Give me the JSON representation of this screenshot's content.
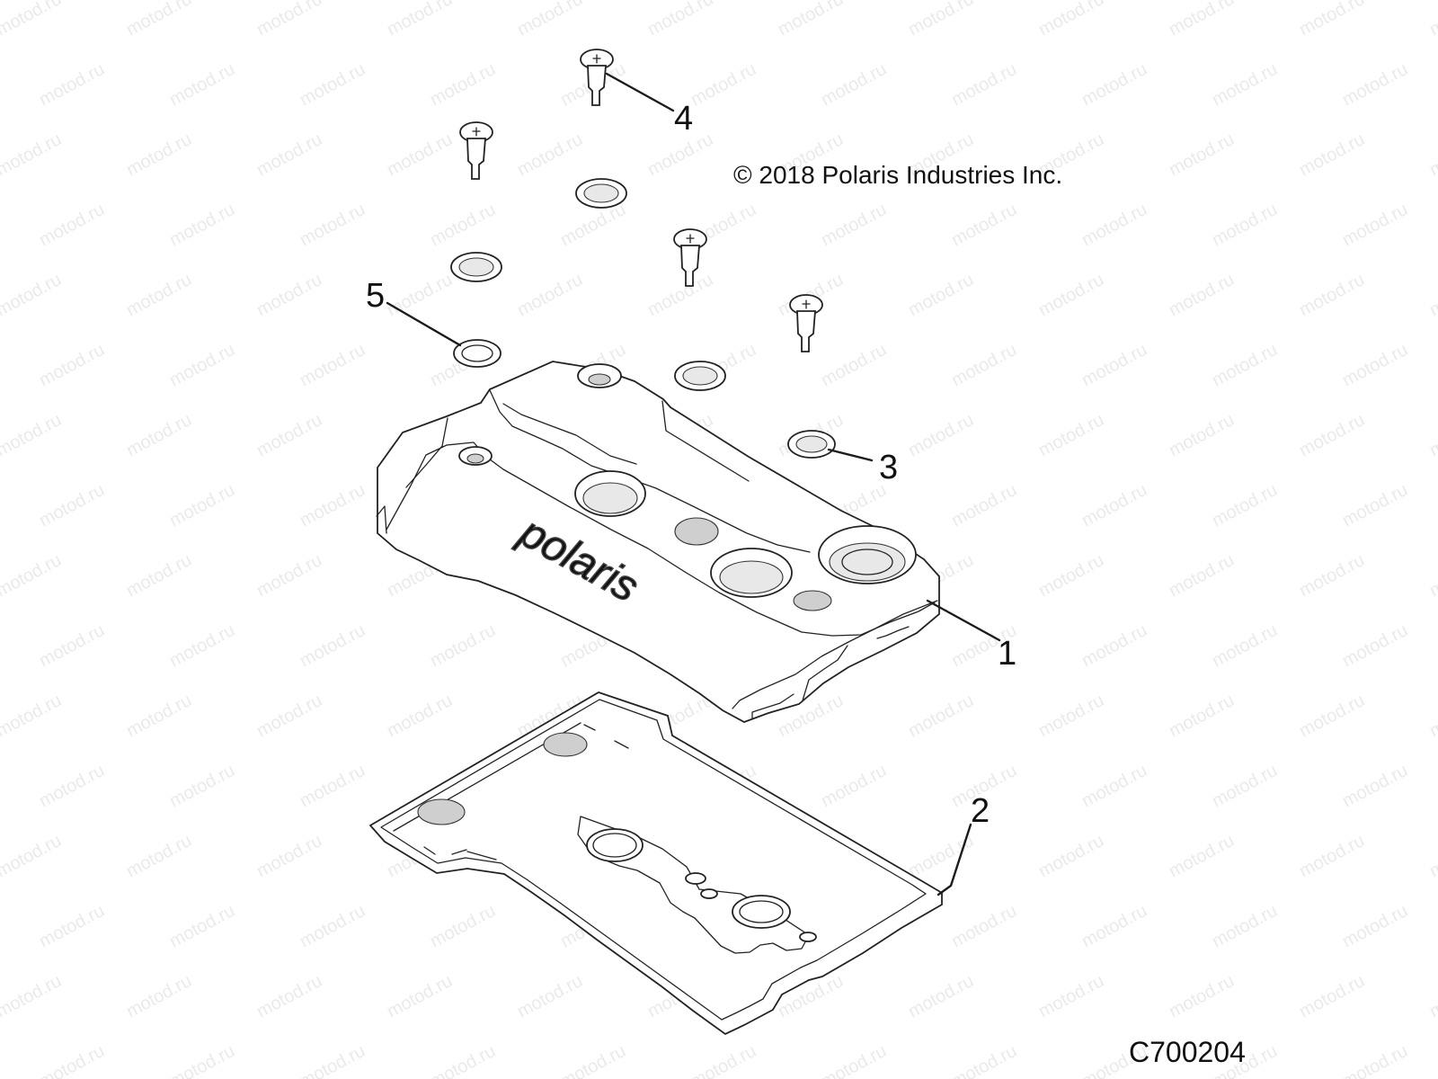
{
  "diagram": {
    "copyright": "© 2018 Polaris Industries Inc.",
    "code": "C700204",
    "watermark": "motod.ru",
    "callouts": {
      "c1": "1",
      "c2": "2",
      "c3": "3",
      "c4": "4",
      "c5": "5"
    },
    "parts": {
      "cover_label": "polaris"
    }
  }
}
